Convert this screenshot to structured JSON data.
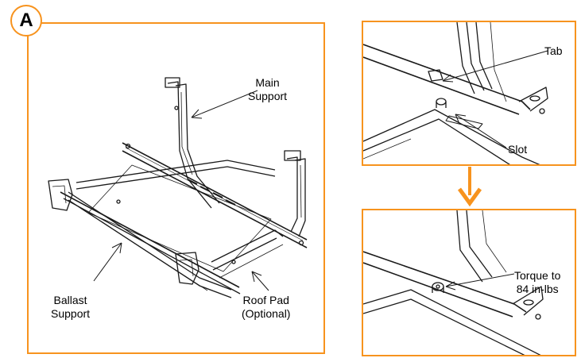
{
  "panel_a": {
    "badge": "A",
    "labels": {
      "main_support": "Main\nSupport",
      "ballast_support": "Ballast\nSupport",
      "roof_pad": "Roof Pad\n(Optional)"
    }
  },
  "detail_top": {
    "labels": {
      "tab": "Tab",
      "slot": "Slot"
    }
  },
  "detail_bottom": {
    "labels": {
      "torque": "Torque to\n84 in-lbs"
    }
  },
  "colors": {
    "accent": "#f7931e",
    "line": "#1a1a1a"
  }
}
